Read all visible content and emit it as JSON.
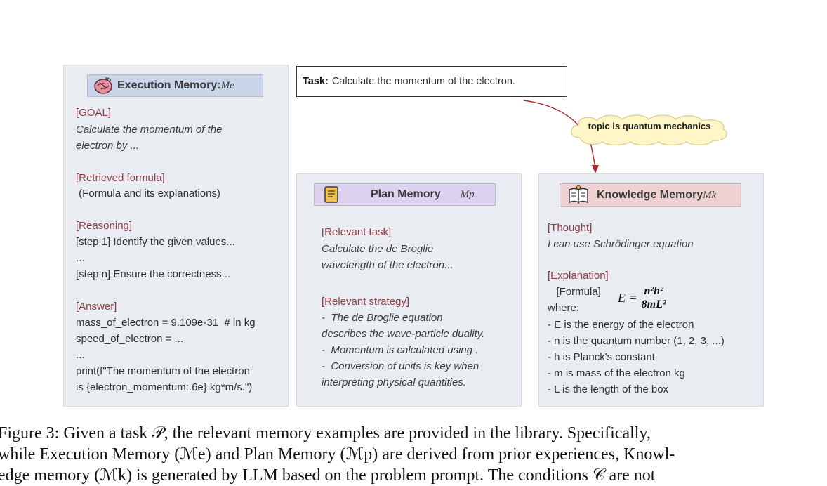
{
  "execution_memory": {
    "title": "Execution Memory: ",
    "symbol": "Me",
    "goal_label": "[GOAL]",
    "goal_text": [
      "Calculate the momentum of the",
      "electron by ..."
    ],
    "formula_label": "[Retrieved formula]",
    "formula_text": " (Formula and its explanations)",
    "reasoning_label": "[Reasoning]",
    "reasoning_lines": [
      "[step 1] Identify the given values...",
      "...",
      "[step n] Ensure the correctness..."
    ],
    "answer_label": "[Answer]",
    "answer_lines": [
      "mass_of_electron = 9.109e-31  # in kg",
      "speed_of_electron = ...",
      "...",
      "print(f\"The momentum of the electron",
      "is {electron_momentum:.6e} kg*m/s.\")"
    ]
  },
  "task": {
    "label": "Task:",
    "text": "Calculate the momentum of the electron."
  },
  "cloud": {
    "text": "topic is quantum mechanics"
  },
  "plan_memory": {
    "title": "Plan Memory",
    "symbol": "Mp",
    "task_label": "[Relevant task]",
    "task_lines": [
      "Calculate the de Broglie",
      "wavelength of the electron..."
    ],
    "strategy_label": "[Relevant strategy]",
    "strategy_lines": [
      "-  The de Broglie equation",
      "describes the wave-particle duality.",
      "-  Momentum is calculated using .",
      "-  Conversion of units is key when",
      "interpreting physical quantities."
    ]
  },
  "knowledge_memory": {
    "title": "Knowledge Memory ",
    "symbol": "Mk",
    "thought_label": "[Thought]",
    "thought_text": "I can use Schrödinger equation",
    "explanation_label": "[Explanation]",
    "formula_label": "   [Formula]",
    "where_label": "where:",
    "equation_lhs": "E =",
    "equation_num": "n²h²",
    "equation_den": "8mL²",
    "items": [
      "- E is the energy of the electron",
      "- n is the quantum number (1, 2, 3, ...)",
      "- h is Planck's constant",
      "- m is mass of the electron kg",
      "- L is the length of the box"
    ]
  },
  "caption": {
    "lines": [
      "Figure 3: Given a task 𝒫, the relevant memory examples are provided in the library.  Specifically,",
      "while Execution Memory (ℳe) and Plan Memory (ℳp) are derived from prior experiences, Knowl-",
      "edge memory (ℳk) is generated by LLM based on the problem prompt.  The conditions 𝒞 are not"
    ]
  },
  "colors": {
    "panel_bg": "#e9edf1",
    "exec_header": "#c9d6ea",
    "plan_header": "#dcd2ef",
    "knowledge_header": "#f0d2d2",
    "section_label": "#8e3b46",
    "arrow": "#b0252b",
    "cloud_fill": "#fff6c8"
  },
  "icons": [
    "brain-icon",
    "notebook-icon",
    "book-icon"
  ]
}
